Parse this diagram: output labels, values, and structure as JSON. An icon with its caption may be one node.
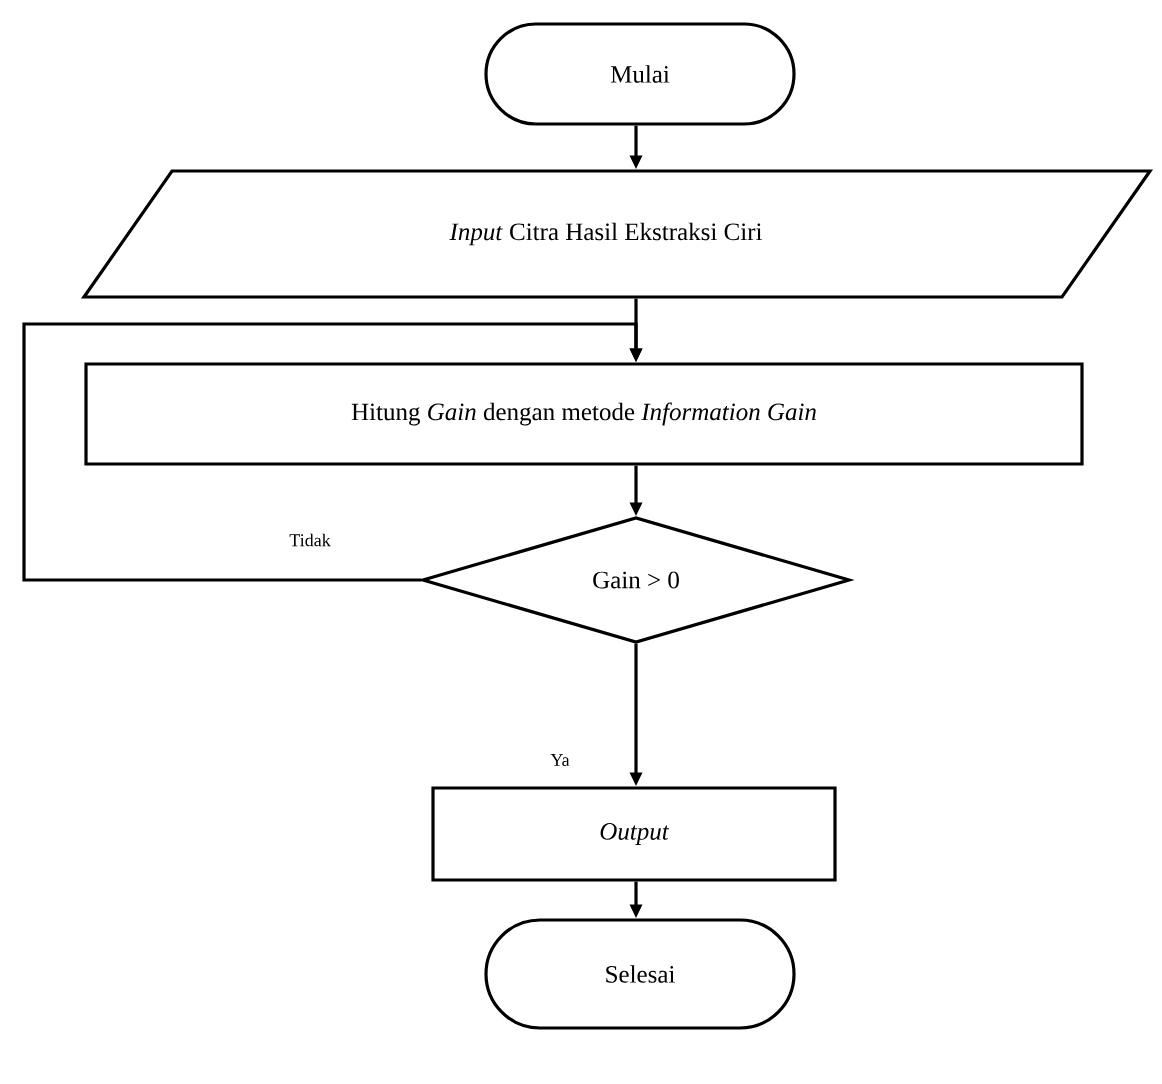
{
  "diagram": {
    "nodes": [
      {
        "text": [
          "Mulai"
        ]
      },
      {
        "text": [
          "*Input* Citra Hasil Ekstraksi Ciri"
        ]
      },
      {
        "text": [
          "Hitung *Gain* dengan metode *Information Gain*"
        ]
      },
      {
        "text": [
          "Gain > 0"
        ]
      },
      {
        "text": [
          "Output"
        ]
      },
      {
        "text": [
          "Selesai"
        ]
      }
    ],
    "edges": [
      {
        "from": 0,
        "to": 1,
        "arrow": "to"
      },
      {
        "from": 1,
        "to": 2,
        "arrow": "to"
      },
      {
        "from": 2,
        "to": 3,
        "arrow": "to"
      },
      {
        "from": 3,
        "to": 4,
        "arrow": "to",
        "label": "Ya"
      },
      {
        "from": 3,
        "to": 2,
        "arrow": "to",
        "label": "Tidak"
      },
      {
        "from": 4,
        "to": 5,
        "arrow": "to"
      }
    ]
  }
}
